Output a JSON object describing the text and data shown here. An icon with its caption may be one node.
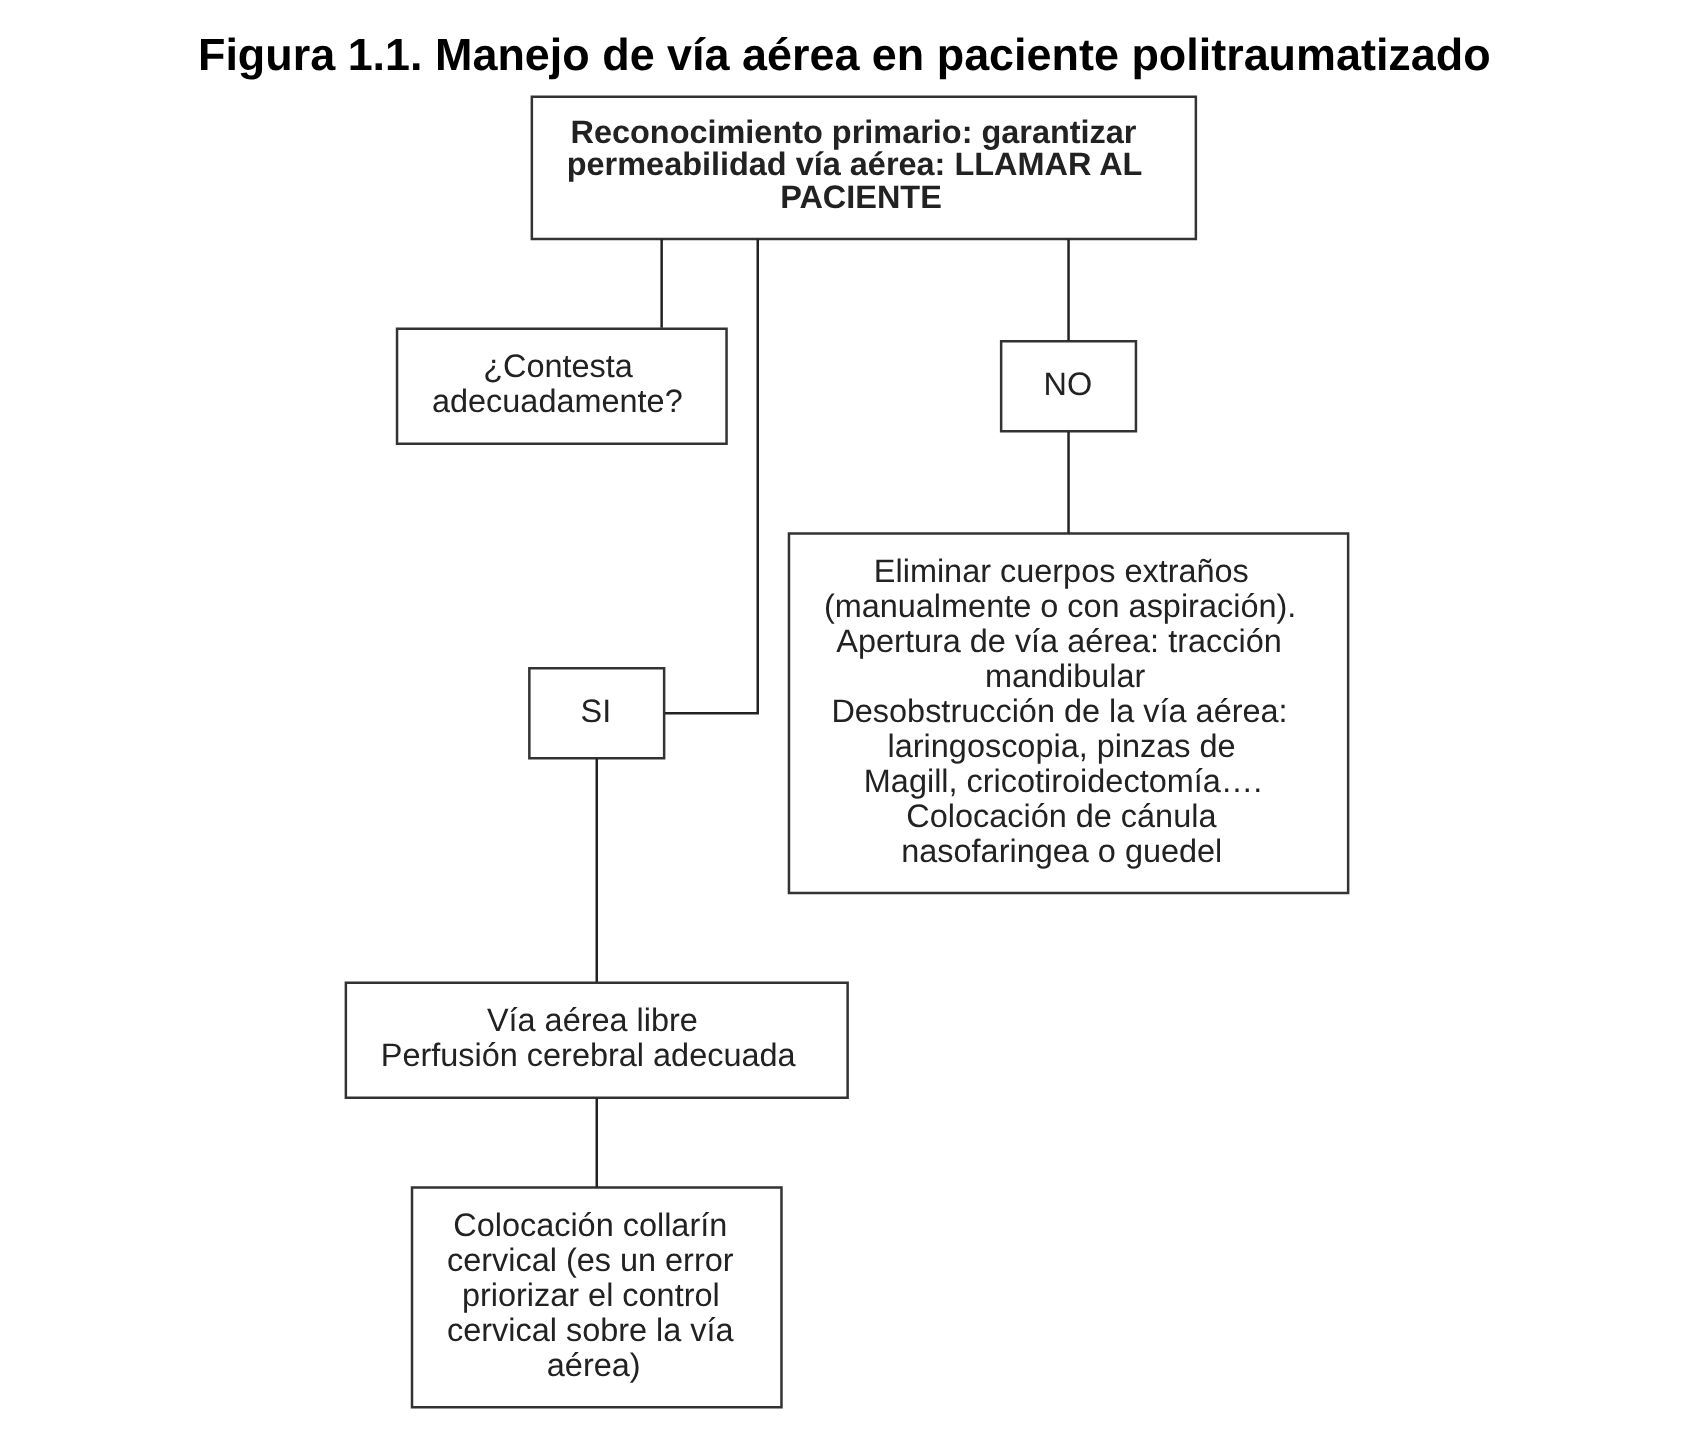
{
  "diagram": {
    "title": "Figura 1.1. Manejo de vía aérea en paciente politraumatizado",
    "nodes": [
      {
        "text": [
          "Reconocimiento primario: garantizar permeabilidad vía aérea: LLAMAR AL PACIENTE"
        ]
      },
      {
        "text": [
          "¿Contesta adecuadamente?"
        ]
      },
      {
        "text": [
          "SI"
        ]
      },
      {
        "text": [
          "NO"
        ]
      },
      {
        "text": [
          "Vía aérea libre",
          "Perfusión cerebral adecuada"
        ]
      },
      {
        "text": [
          "Colocación collarín cervical (es un error priorizar el control cervical sobre la vía aérea)"
        ]
      },
      {
        "text": [
          "Eliminar cuerpos extraños (manualmente o con aspiración).",
          "Apertura de vía aérea: tracción mandibular",
          "Desobstrucción de la vía aérea: laringoscopia, pinzas de Magill, cricotiroidectomía….",
          "Colocación de cánula nasofaringea o guedel"
        ]
      }
    ],
    "edges": [
      {
        "from": 1,
        "to": 0,
        "arrow": "none"
      },
      {
        "from": 0,
        "to": 2,
        "arrow": "none"
      },
      {
        "from": 0,
        "to": 3,
        "arrow": "none"
      },
      {
        "from": 2,
        "to": 4,
        "arrow": "none"
      },
      {
        "from": 4,
        "to": 5,
        "arrow": "none"
      },
      {
        "from": 3,
        "to": 6,
        "arrow": "none"
      }
    ]
  }
}
